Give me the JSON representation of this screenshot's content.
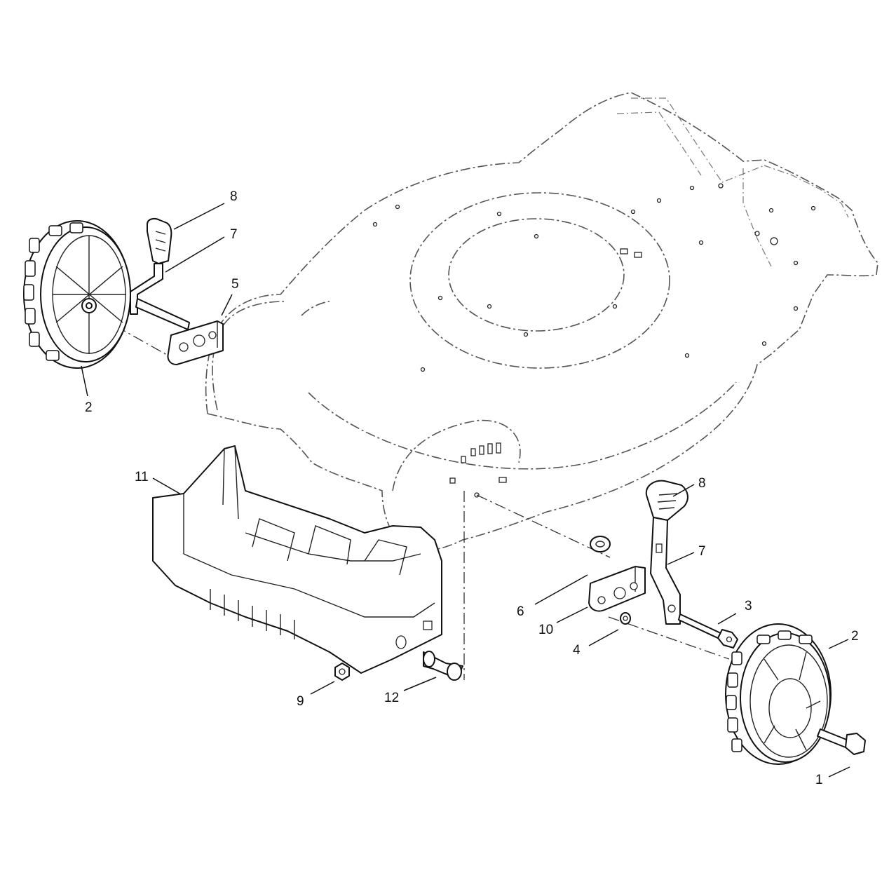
{
  "callouts": [
    {
      "id": "c-8-left",
      "label": "8"
    },
    {
      "id": "c-7-left",
      "label": "7"
    },
    {
      "id": "c-5",
      "label": "5"
    },
    {
      "id": "c-2-left",
      "label": "2"
    },
    {
      "id": "c-11",
      "label": "11"
    },
    {
      "id": "c-8-right",
      "label": "8"
    },
    {
      "id": "c-7-right",
      "label": "7"
    },
    {
      "id": "c-6",
      "label": "6"
    },
    {
      "id": "c-10",
      "label": "10"
    },
    {
      "id": "c-3",
      "label": "3"
    },
    {
      "id": "c-4",
      "label": "4"
    },
    {
      "id": "c-2-right",
      "label": "2"
    },
    {
      "id": "c-9",
      "label": "9"
    },
    {
      "id": "c-12",
      "label": "12"
    },
    {
      "id": "c-1",
      "label": "1"
    }
  ]
}
